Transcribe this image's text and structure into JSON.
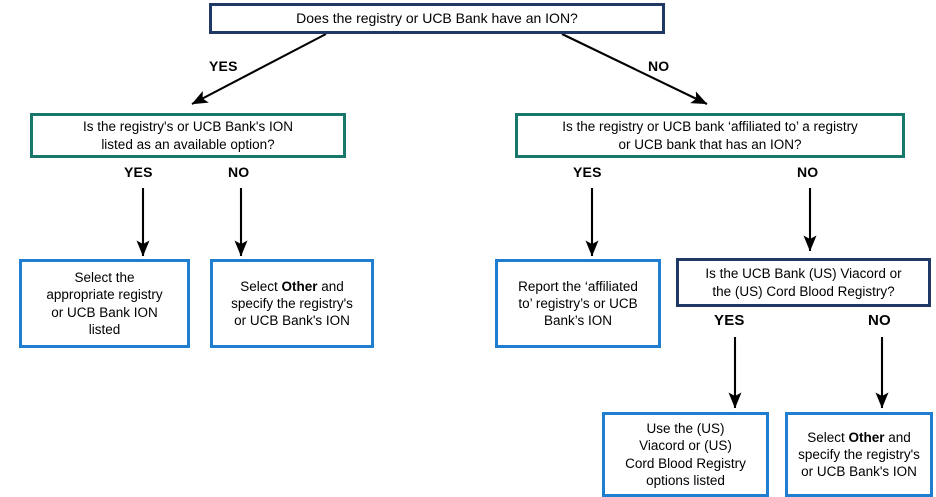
{
  "diagram": {
    "title_node": {
      "id": "q-root",
      "text": "Does the registry or UCB Bank have an ION?",
      "border_color": "#1f3864"
    },
    "nodes": [
      {
        "id": "q-listed",
        "text": "Is the registry's or UCB Bank's ION listed as an available option?",
        "lines": [
          "Is the registry's or UCB Bank's ION",
          "listed as an available option?"
        ],
        "border_color": "#17776b",
        "kind": "question"
      },
      {
        "id": "q-affiliated",
        "text": "Is the registry or UCB bank 'affiliated to' a registry or UCB bank that has an ION?",
        "lines": [
          "Is the registry or UCB bank ‘affiliated to’ a registry",
          "or UCB bank that has an ION?"
        ],
        "border_color": "#17776b",
        "kind": "question"
      },
      {
        "id": "q-viacord",
        "text": "Is the UCB Bank (US) Viacord or the (US) Cord Blood Registry?",
        "lines": [
          "Is the UCB Bank (US) Viacord or",
          "the (US) Cord Blood Registry?"
        ],
        "border_color": "#1f3864",
        "kind": "question"
      },
      {
        "id": "a-select-appropriate",
        "text": "Select the appropriate registry or UCB Bank ION listed",
        "lines": [
          "Select the",
          "appropriate registry",
          "or UCB Bank ION",
          "listed"
        ],
        "border_color": "#1f7ed0",
        "kind": "action"
      },
      {
        "id": "a-select-other-left",
        "text": "Select Other and specify the registry's or UCB Bank's ION",
        "lines": [
          "Select Other and",
          "specify the registry's",
          "or UCB Bank's ION"
        ],
        "bold_word": "Other",
        "border_color": "#1f7ed0",
        "kind": "action"
      },
      {
        "id": "a-report-affiliated",
        "text": "Report the 'affiliated to' registry's or UCB Bank's ION",
        "lines": [
          "Report the ‘affiliated",
          "to’ registry’s or UCB",
          "Bank’s ION"
        ],
        "border_color": "#1f7ed0",
        "kind": "action"
      },
      {
        "id": "a-use-viacord",
        "text": "Use the (US) Viacord or (US) Cord Blood Registry options listed",
        "lines": [
          "Use the (US)",
          "Viacord or (US)",
          "Cord Blood Registry",
          "options listed"
        ],
        "border_color": "#1f7ed0",
        "kind": "action"
      },
      {
        "id": "a-select-other-right",
        "text": "Select Other and specify the registry's or UCB Bank's ION",
        "lines": [
          "Select Other and",
          "specify the registry's",
          "or UCB Bank's ION"
        ],
        "bold_word": "Other",
        "border_color": "#1f7ed0",
        "kind": "action"
      }
    ],
    "edge_labels": {
      "root_yes": "YES",
      "root_no": "NO",
      "listed_yes": "YES",
      "listed_no": "NO",
      "affiliated_yes": "YES",
      "affiliated_no": "NO",
      "viacord_yes": "YES",
      "viacord_no": "NO"
    },
    "colors": {
      "navy": "#1f3864",
      "teal": "#17776b",
      "blue": "#1f7ed0",
      "arrow": "#000000",
      "background": "#ffffff"
    }
  }
}
